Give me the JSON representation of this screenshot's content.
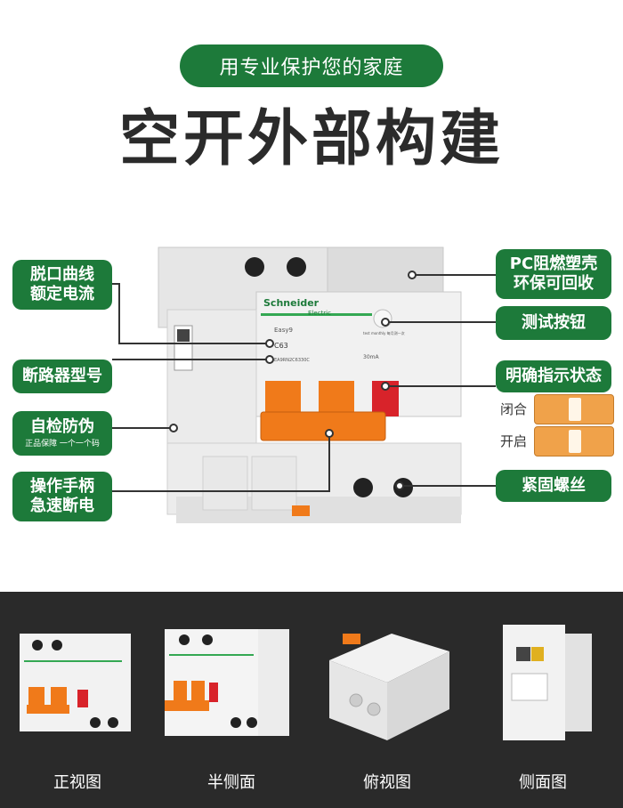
{
  "header": {
    "tagline": "用专业保护您的家庭",
    "title": "空开外部构建"
  },
  "callouts_left": [
    {
      "lines": [
        "脱口曲线",
        "额定电流"
      ]
    },
    {
      "lines": [
        "断路器型号"
      ]
    },
    {
      "lines": [
        "自检防伪"
      ],
      "sub": "正品保障 一个一个码"
    },
    {
      "lines": [
        "操作手柄",
        "急速断电"
      ]
    }
  ],
  "callouts_right": [
    {
      "lines": [
        "PC阻燃塑壳",
        "环保可回收"
      ]
    },
    {
      "lines": [
        "测试按钮"
      ]
    },
    {
      "lines": [
        "明确指示状态"
      ]
    },
    {
      "lines": [
        "紧固螺丝"
      ]
    }
  ],
  "status_states": {
    "closed": "闭合",
    "open": "开启"
  },
  "device": {
    "brand": "Schneider",
    "brand_sub": "Electric",
    "model": "Easy9",
    "rating": "C63",
    "part_no": "EA9RN2C6330C",
    "rcd": "30mA",
    "test_text": "test monthly 每月测一次"
  },
  "views": [
    {
      "label": "正视图"
    },
    {
      "label": "半侧面"
    },
    {
      "label": "俯视图"
    },
    {
      "label": "侧面图"
    }
  ],
  "colors": {
    "accent_green": "#1d7a3a",
    "handle_orange": "#f07a1a",
    "indicator_red": "#d8232a",
    "bottom_bg": "#2a2a2a"
  }
}
